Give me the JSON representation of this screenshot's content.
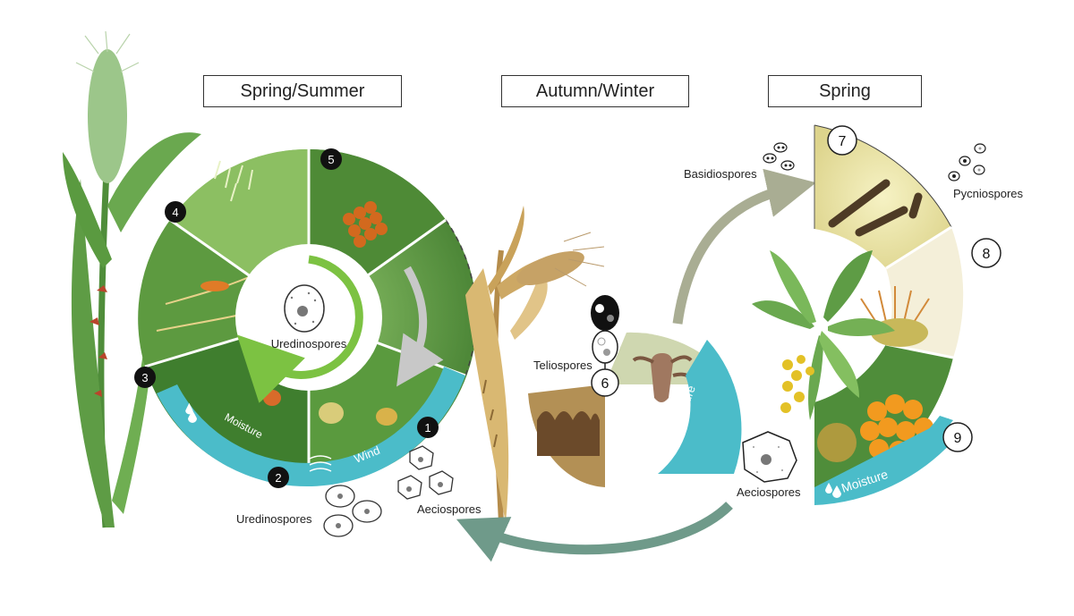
{
  "seasons": {
    "spring_summer": "Spring/Summer",
    "autumn_winter": "Autumn/Winter",
    "spring": "Spring"
  },
  "labels": {
    "uredinospores_center": "Uredinospores",
    "uredinospores_bottom": "Uredinospores",
    "aeciospores_left": "Aeciospores",
    "teliospores": "Teliospores",
    "basidiospores": "Basidiospores",
    "pycniospores": "Pycniospores",
    "aeciospores_right": "Aeciospores",
    "moisture_left": "Moisture",
    "wind": "Wind",
    "moisture_mid": "Moisture",
    "moisture_right": "Moisture"
  },
  "stages": [
    "1",
    "2",
    "3",
    "4",
    "5",
    "6",
    "7",
    "8",
    "9"
  ],
  "colors": {
    "cyan_band": "#4bbcc9",
    "green_arrow": "#7cc242",
    "grey_arrow": "#c8c8c8",
    "olive_arrow": "#a9ad93",
    "teal_arrow": "#6f9a8a",
    "leaf_green": "#6aa84f",
    "wheat_tan": "#d9b872",
    "pycnia_yellow": "#ece6a6",
    "aecia_orange": "#f29a1f"
  }
}
